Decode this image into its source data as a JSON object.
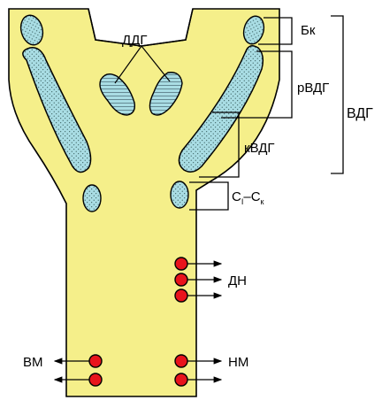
{
  "labels": {
    "ddg": "ДДГ",
    "bk": "Бк",
    "rvdg": "рВДГ",
    "vdg": "ВДГ",
    "kvdg": "кВДГ",
    "c1": "C",
    "c1_sub": "I",
    "c_dash": "–",
    "c2": "C",
    "c2_sub": "к",
    "dn": "ДН",
    "vm": "ВМ",
    "nm": "НМ"
  },
  "colors": {
    "body_fill": "#f5ef8a",
    "nucleus_fill": "#a9dde4",
    "dot_fill": "#e8141c",
    "outline": "#000000"
  },
  "icons": {
    "arrow": "arrow-icon",
    "dot": "red-circle-icon"
  }
}
